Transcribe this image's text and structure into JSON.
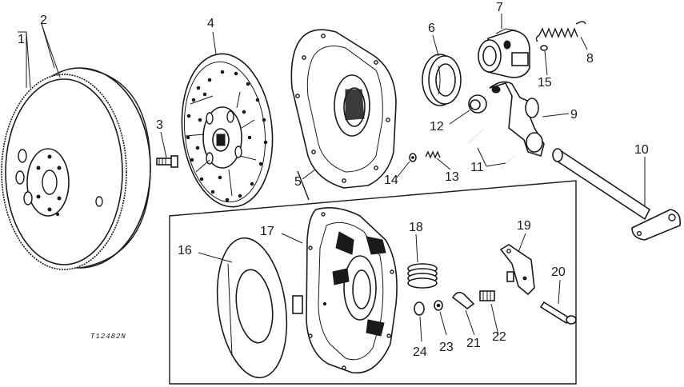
{
  "figure_id": "T12482N",
  "callouts": {
    "c1": "1",
    "c2": "2",
    "c3": "3",
    "c4": "4",
    "c5": "5",
    "c6": "6",
    "c7": "7",
    "c8": "8",
    "c9": "9",
    "c10": "10",
    "c11": "11",
    "c12": "12",
    "c13": "13",
    "c14": "14",
    "c15": "15",
    "c16": "16",
    "c17": "17",
    "c18": "18",
    "c19": "19",
    "c20": "20",
    "c21": "21",
    "c22": "22",
    "c23": "23",
    "c24": "24"
  }
}
